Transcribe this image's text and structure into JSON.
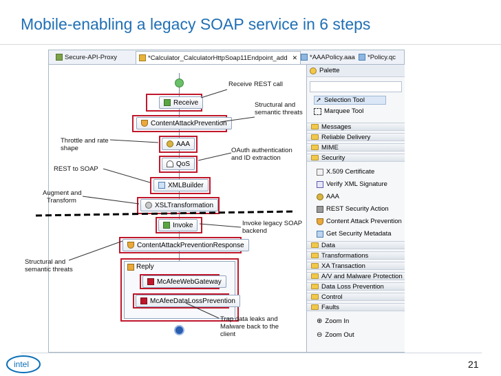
{
  "slide": {
    "title": "Mobile-enabling a legacy SOAP service in 6 steps",
    "page_number": "21",
    "logo_text": "intel"
  },
  "tabs": [
    {
      "label": "Secure-API-Proxy",
      "icon": "proxy-icon"
    },
    {
      "label": "*Calculator_CalculatorHttpSoap11Endpoint_add",
      "icon": "flow-icon",
      "active": true
    },
    {
      "label": "*AAAPolicy.aaa",
      "icon": "policy-icon"
    },
    {
      "label": "*Policy.qc",
      "icon": "policy-icon"
    }
  ],
  "flow": {
    "nodes": {
      "receive": "Receive",
      "content_attack_1": "ContentAttackPrevention",
      "aaa": "AAA",
      "qos": "QoS",
      "xml_builder": "XMLBuilder",
      "xsl_transformation": "XSLTransformation",
      "invoke": "Invoke",
      "content_attack_response": "ContentAttackPreventionResponse",
      "reply": "Reply",
      "web_gateway": "McAfeeWebGateway",
      "data_loss_prevention": "McAfeeDataLossPrevention"
    }
  },
  "annotations": {
    "receive_rest": "Receive REST call",
    "structural_1": [
      "Structural and",
      "semantic threats"
    ],
    "throttle": [
      "Throttle and rate",
      "shape"
    ],
    "oauth": [
      "OAuth authentication",
      "and ID extraction"
    ],
    "rest_to_soap": "REST to SOAP",
    "augment": [
      "Augment and",
      "Transform"
    ],
    "invoke_legacy": [
      "Invoke legacy SOAP",
      "backend"
    ],
    "structural_2": [
      "Structural and",
      "semantic threats"
    ],
    "trap": [
      "Trap data leaks and",
      "Malware back to the",
      "client"
    ]
  },
  "palette": {
    "title": "Palette",
    "tools": [
      "Selection Tool",
      "Marquee Tool"
    ],
    "drawers_top": [
      "Messages",
      "Reliable Delivery",
      "MIME",
      "Security"
    ],
    "security_items": [
      "X.509 Certificate",
      "Verify XML Signature",
      "AAA",
      "REST Security Action",
      "Content Attack Prevention",
      "Get Security Metadata"
    ],
    "drawers_bottom": [
      "Data",
      "Transformations",
      "XA Transaction",
      "A/V and Malware Protection",
      "Data Loss Prevention",
      "Control",
      "Faults"
    ],
    "zoom": [
      "Zoom In",
      "Zoom Out"
    ]
  },
  "colors": {
    "title_blue": "#1f6fb5",
    "highlight_red": "#c0172b",
    "start_green": "#6abf69",
    "end_blue": "#2a5db0"
  }
}
